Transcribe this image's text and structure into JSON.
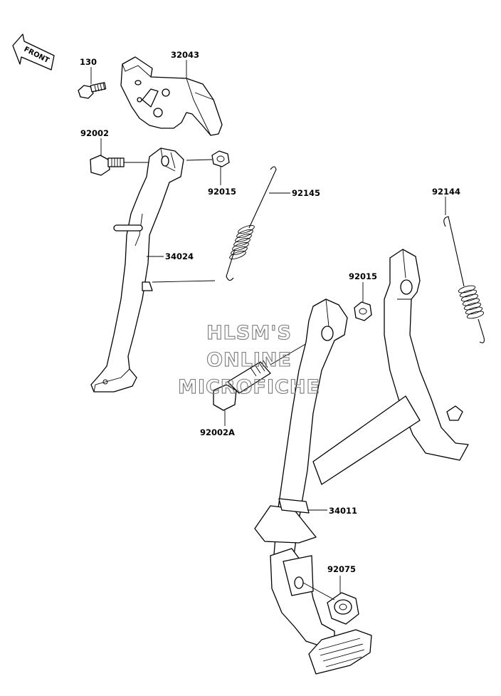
{
  "front_label": "FRONT",
  "watermark": [
    "HLSM'S",
    "ONLINE",
    "MICROFICHE"
  ],
  "parts": {
    "p130": "130",
    "p32043": "32043",
    "p92002": "92002",
    "p92015_top": "92015",
    "p92145": "92145",
    "p34024": "34024",
    "p92144": "92144",
    "p92015_mid": "92015",
    "p92002A": "92002A",
    "p34011": "34011",
    "p92075": "92075"
  }
}
